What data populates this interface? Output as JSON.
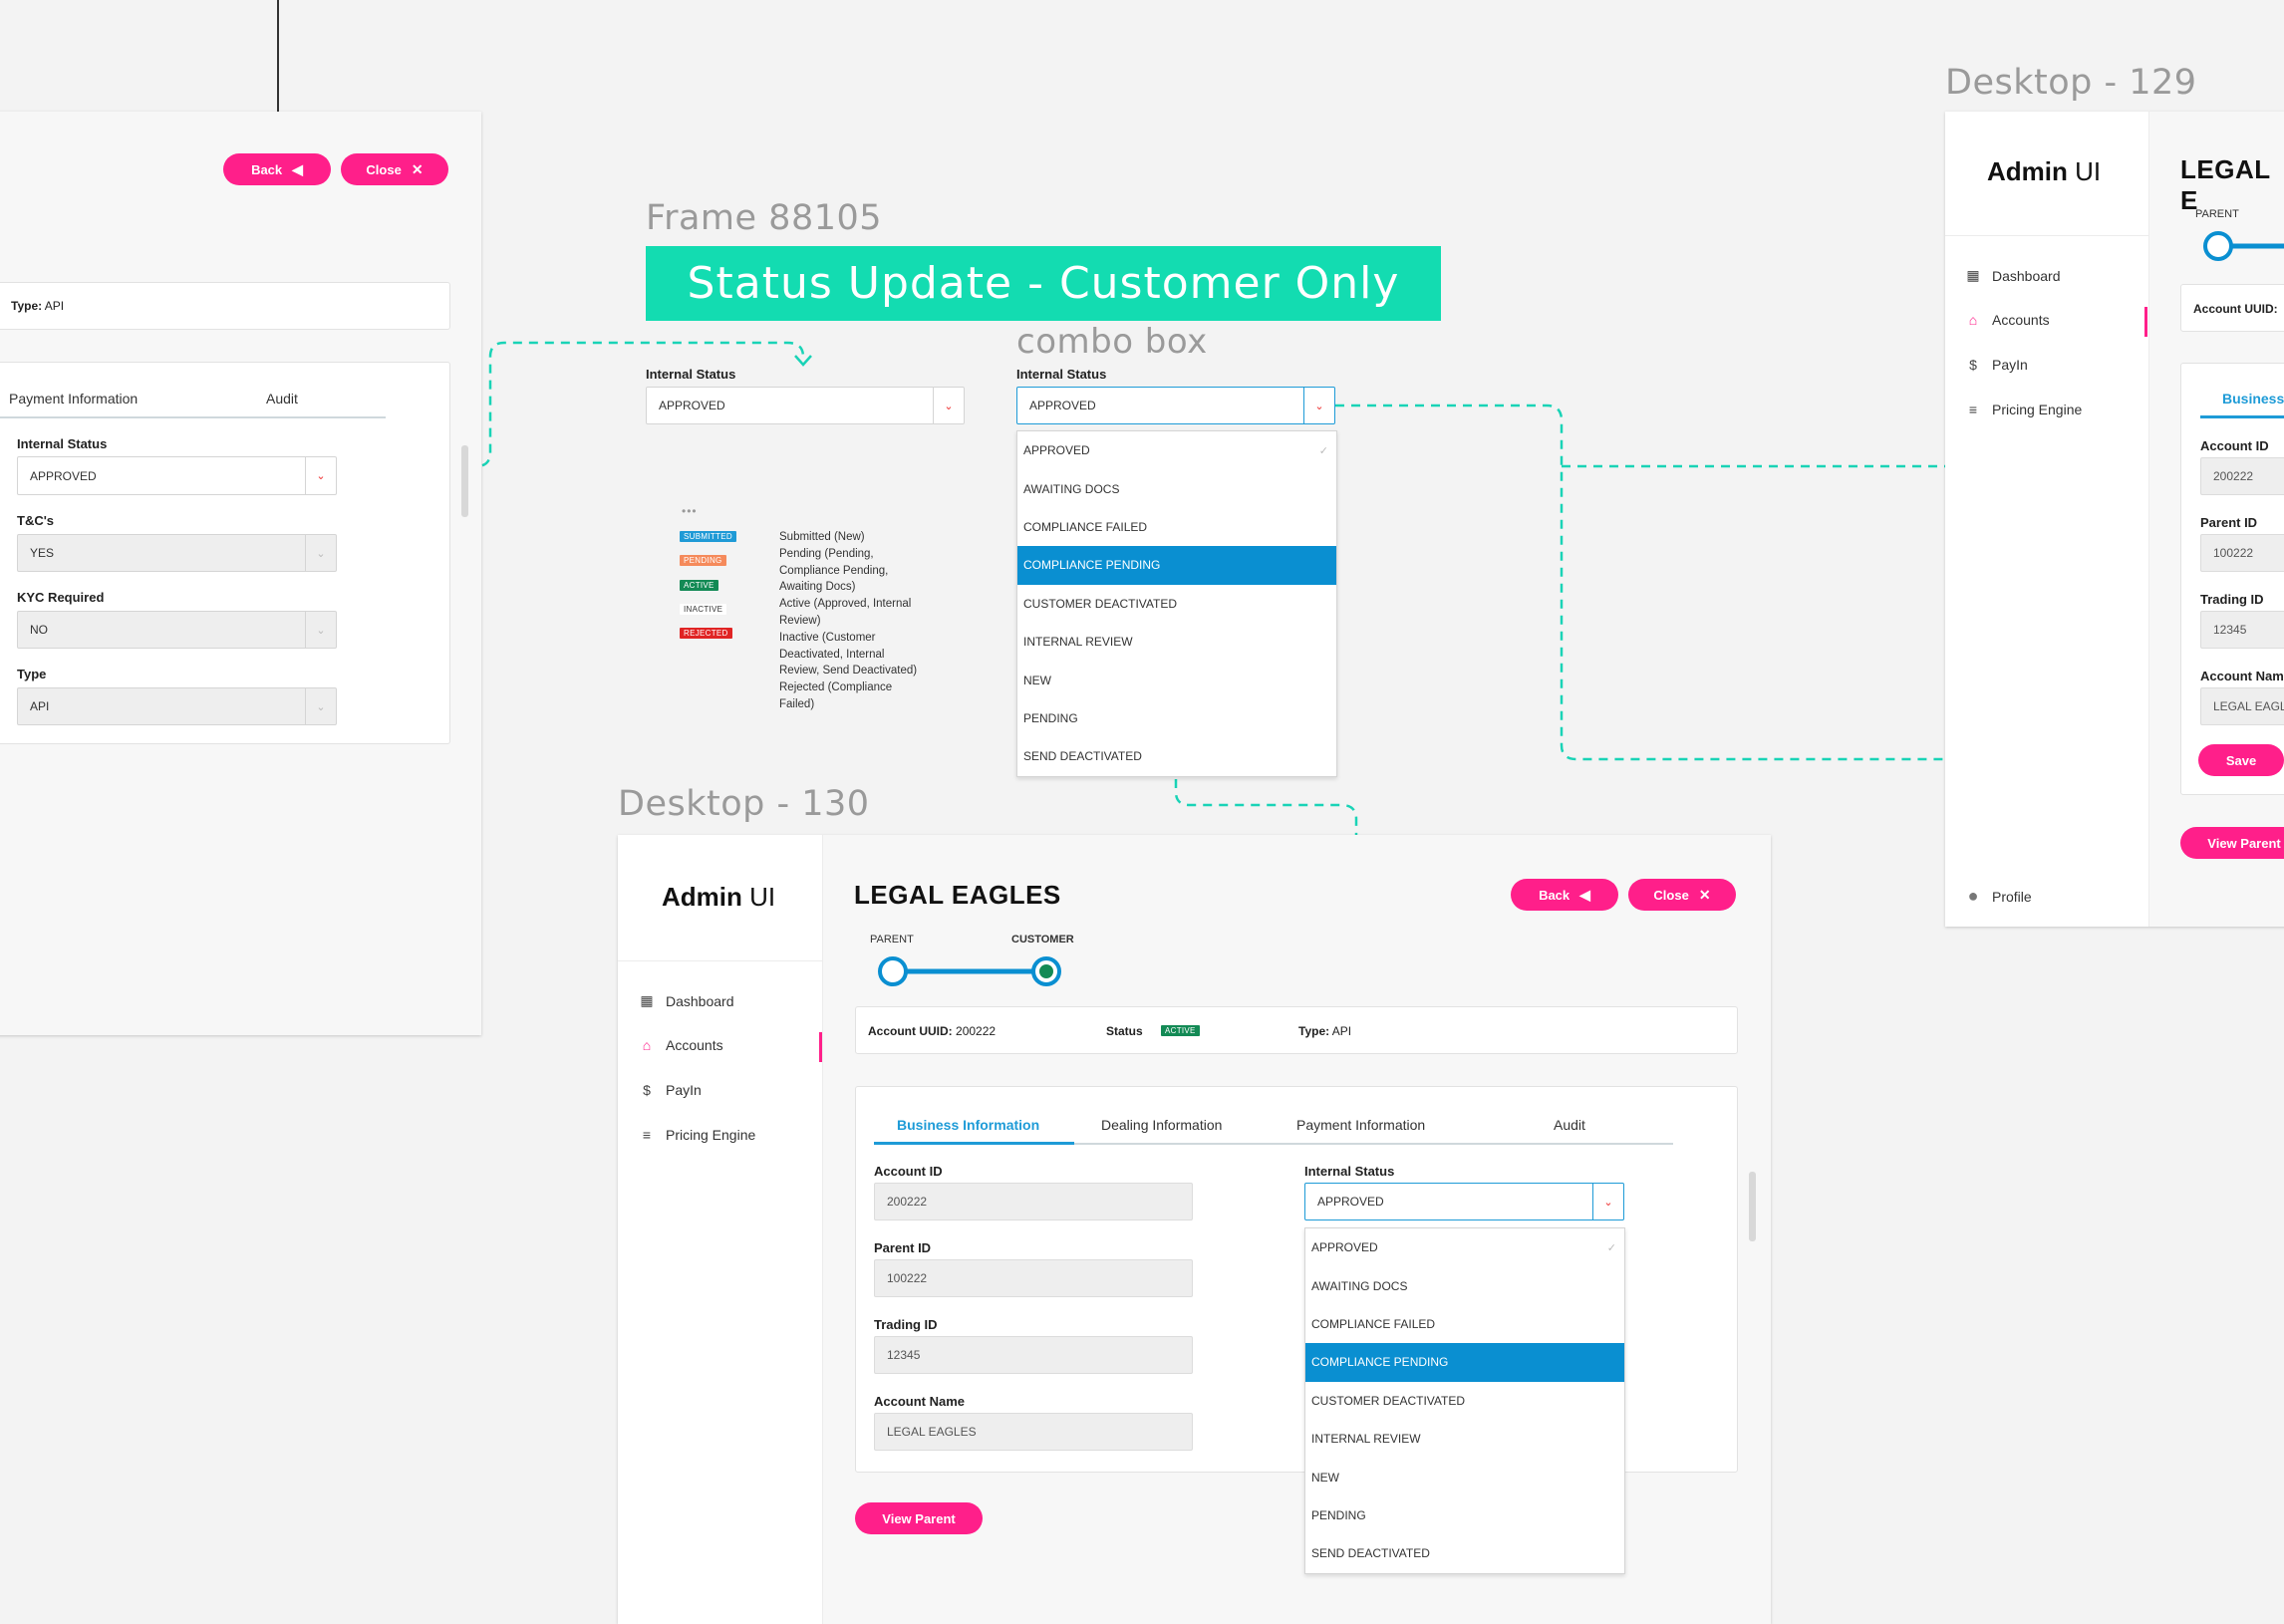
{
  "canvas": {
    "frame_label": "Frame 88105",
    "frame_heading": "Status Update - Customer Only",
    "combo_label": "combo box",
    "desktop_129_label": "Desktop - 129",
    "desktop_130_label": "Desktop - 130"
  },
  "colors": {
    "accent": "#ff1f8a",
    "teal": "#13dcb1",
    "blue": "#0a8fd1",
    "active_green": "#138a55"
  },
  "left_frame": {
    "back_label": "Back",
    "close_label": "Close",
    "type_text_label": "Type:",
    "type_text_value": "API",
    "tabs": [
      "Payment Information",
      "Audit"
    ],
    "fields": {
      "internal_status_label": "Internal Status",
      "internal_status_value": "APPROVED",
      "tc_label": "T&C's",
      "tc_value": "YES",
      "kyc_label": "KYC Required",
      "kyc_value": "NO",
      "type_label": "Type",
      "type_value": "API"
    }
  },
  "frame88105": {
    "internal_status_label": "Internal Status",
    "internal_status_value": "APPROVED",
    "combo_label": "Internal Status",
    "combo_value": "APPROVED",
    "options": [
      "APPROVED",
      "AWAITING DOCS",
      "COMPLIANCE FAILED",
      "COMPLIANCE PENDING",
      "CUSTOMER DEACTIVATED",
      "INTERNAL REVIEW",
      "NEW",
      "PENDING",
      "SEND DEACTIVATED"
    ],
    "selected_option": "COMPLIANCE PENDING",
    "legend": {
      "dots": "•••",
      "badges": [
        {
          "label": "SUBMITTED",
          "color": "#1f9ad6"
        },
        {
          "label": "PENDING",
          "color": "#f58a5b"
        },
        {
          "label": "ACTIVE",
          "color": "#138a55"
        },
        {
          "label": "INACTIVE",
          "color": "#ffffff"
        },
        {
          "label": "REJECTED",
          "color": "#e02424"
        }
      ],
      "lines": [
        "Submitted (New)",
        "Pending (Pending,",
        "Compliance Pending,",
        "Awaiting Docs)",
        "Active (Approved, Internal",
        "Review)",
        "Inactive (Customer",
        "Deactivated, Internal",
        "Review, Send Deactivated)",
        "Rejected (Compliance",
        "Failed)"
      ]
    }
  },
  "desktop130": {
    "logo_bold": "Admin",
    "logo_light": "UI",
    "nav": [
      "Dashboard",
      "Accounts",
      "PayIn",
      "Pricing Engine"
    ],
    "title": "LEGAL EAGLES",
    "back_label": "Back",
    "close_label": "Close",
    "stepper": [
      "PARENT",
      "CUSTOMER"
    ],
    "uuid_label": "Account UUID:",
    "uuid_value": "200222",
    "status_label": "Status",
    "status_badge": "ACTIVE",
    "type_label": "Type:",
    "type_value": "API",
    "tabs": [
      "Business Information",
      "Dealing Information",
      "Payment Information",
      "Audit"
    ],
    "account_id_label": "Account ID",
    "account_id_value": "200222",
    "parent_id_label": "Parent ID",
    "parent_id_value": "100222",
    "trading_id_label": "Trading ID",
    "trading_id_value": "12345",
    "account_name_label": "Account Name",
    "account_name_value": "LEGAL EAGLES",
    "internal_status_label": "Internal Status",
    "internal_status_value": "APPROVED",
    "options": [
      "APPROVED",
      "AWAITING DOCS",
      "COMPLIANCE FAILED",
      "COMPLIANCE PENDING",
      "CUSTOMER DEACTIVATED",
      "INTERNAL REVIEW",
      "NEW",
      "PENDING",
      "SEND DEACTIVATED"
    ],
    "view_parent_label": "View Parent"
  },
  "desktop129": {
    "logo_bold": "Admin",
    "logo_light": "UI",
    "nav": [
      "Dashboard",
      "Accounts",
      "PayIn",
      "Pricing Engine"
    ],
    "profile_label": "Profile",
    "title": "LEGAL E",
    "stepper_parent": "PARENT",
    "uuid_label": "Account UUID:",
    "tab": "Business",
    "account_id_label": "Account ID",
    "account_id_value": "200222",
    "parent_id_label": "Parent ID",
    "parent_id_value": "100222",
    "trading_id_label": "Trading ID",
    "trading_id_value": "12345",
    "account_name_label": "Account Nam",
    "account_name_value": "LEGAL EAGL",
    "save_label": "Save",
    "view_parent_label": "View Parent"
  }
}
